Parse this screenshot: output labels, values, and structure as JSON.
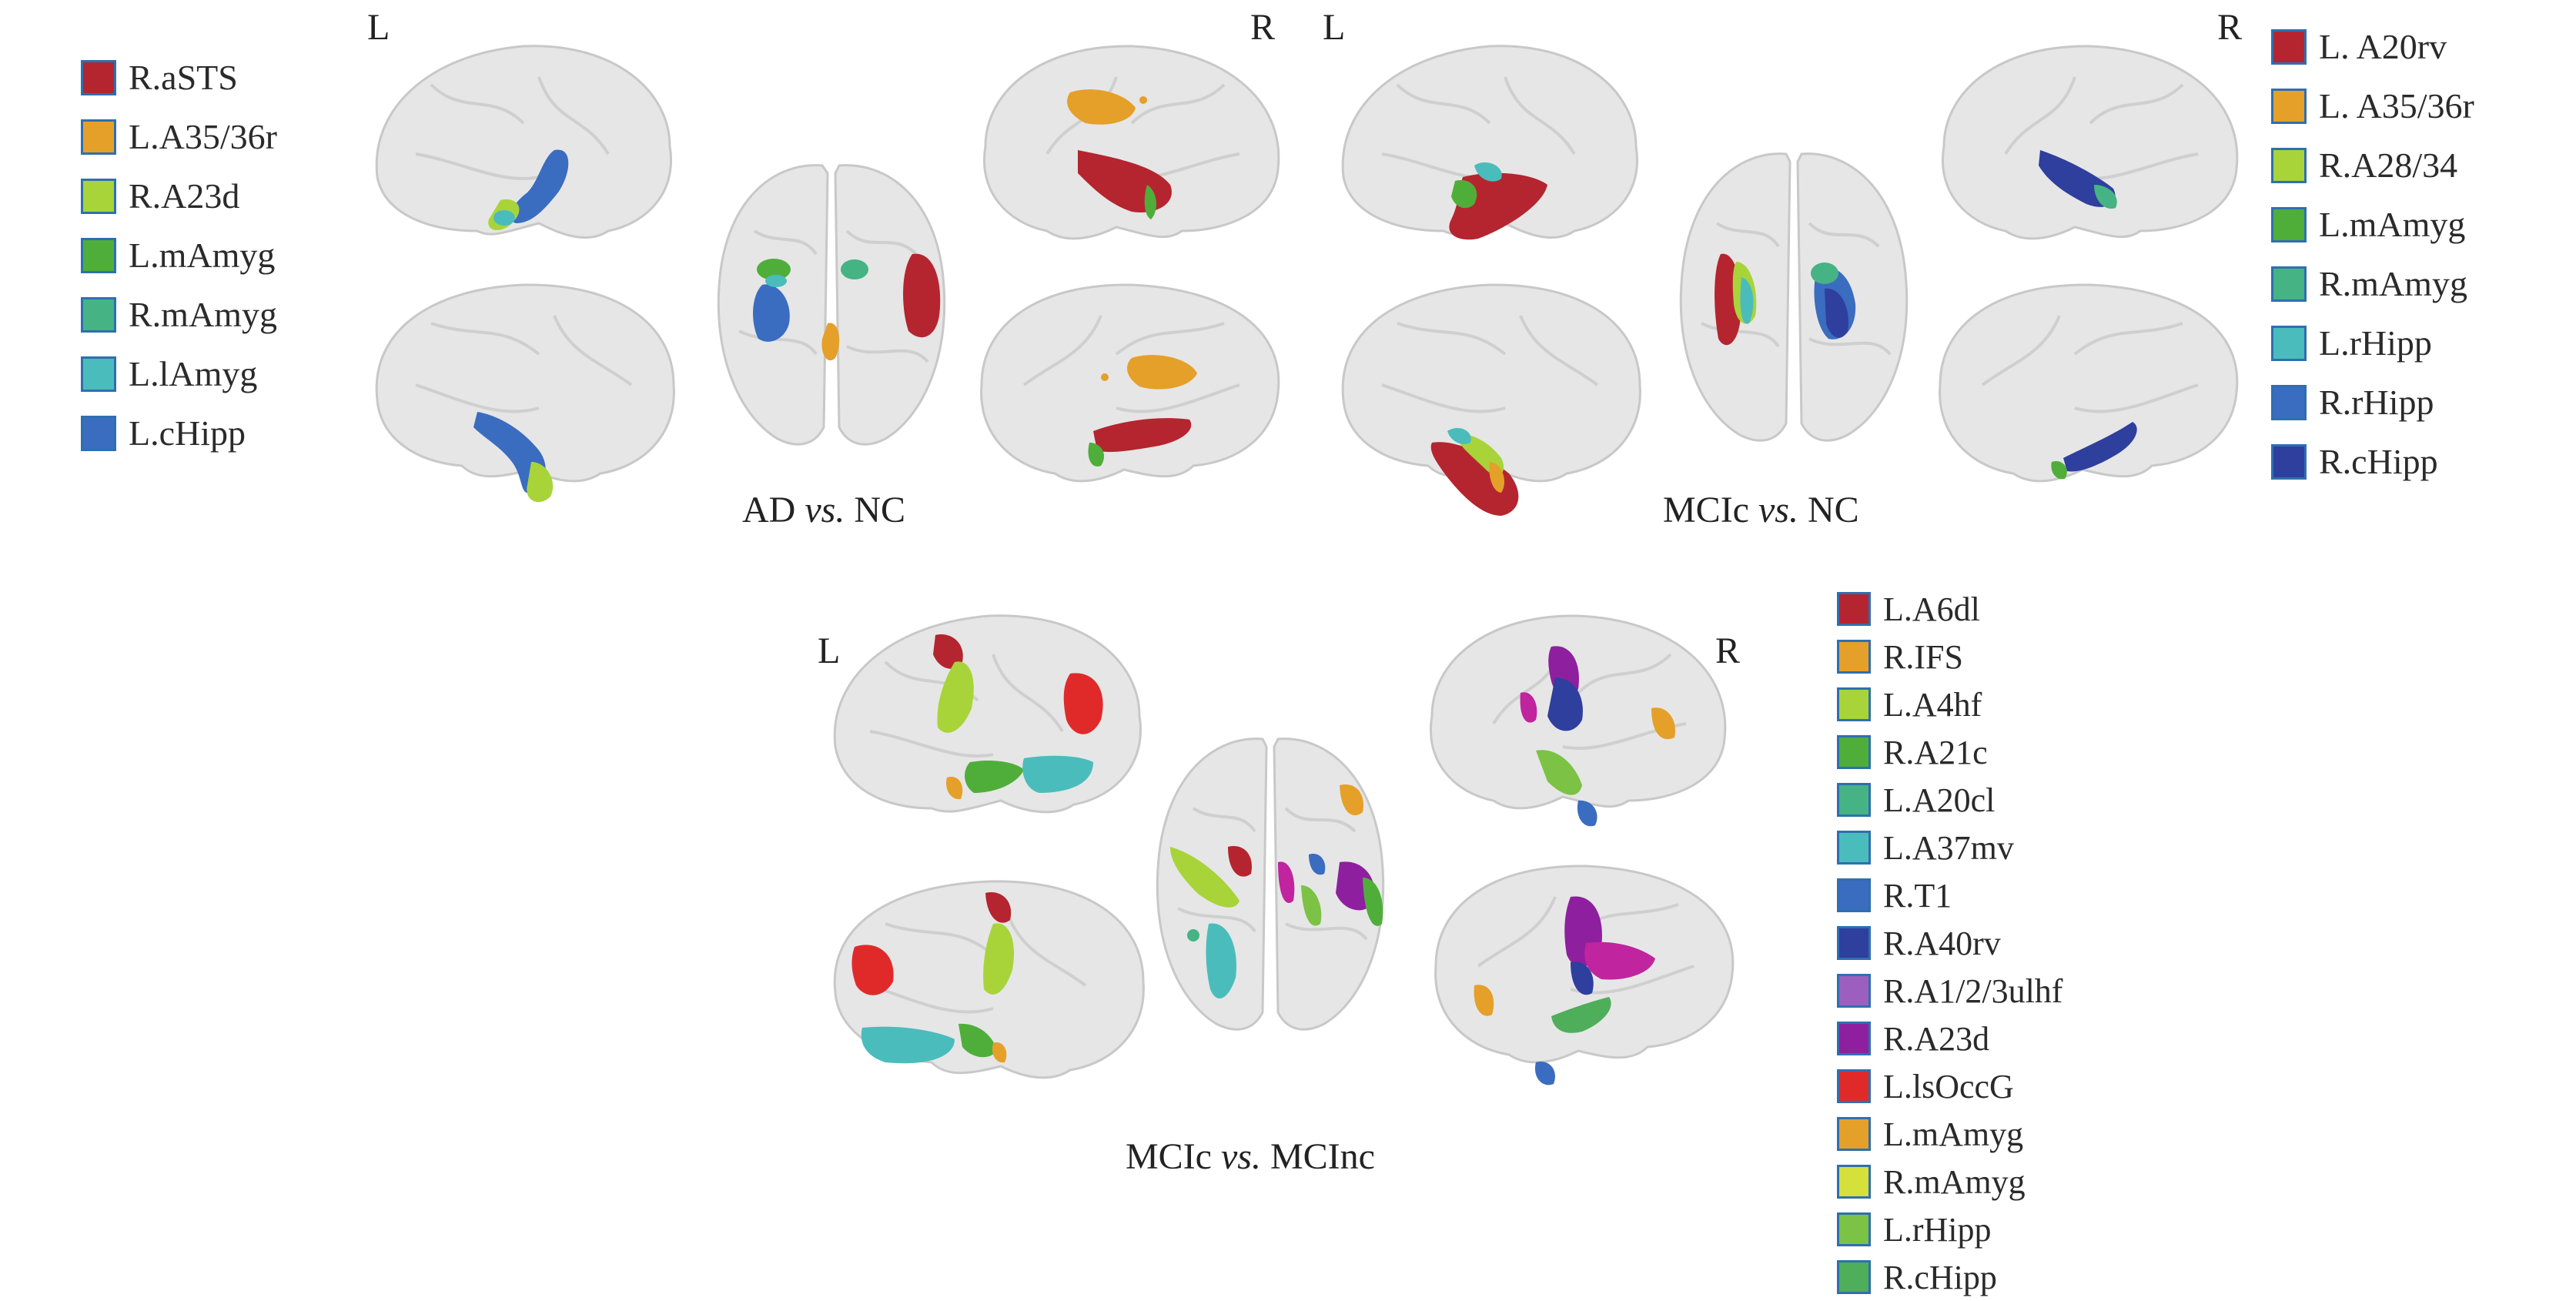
{
  "panels": {
    "ad_vs_nc": {
      "caption": {
        "pre": "AD ",
        "vs": "vs.",
        "post": " NC"
      },
      "left_marker": "L",
      "right_marker": "R",
      "legend": [
        {
          "label": "R.aSTS",
          "color": "#b5252f"
        },
        {
          "label": "L.A35/36r",
          "color": "#e5a02a"
        },
        {
          "label": "R.A23d",
          "color": "#a8d43a"
        },
        {
          "label": "L.mAmyg",
          "color": "#4fae3a"
        },
        {
          "label": "R.mAmyg",
          "color": "#45b384"
        },
        {
          "label": "L.lAmyg",
          "color": "#4bbcbc"
        },
        {
          "label": "L.cHipp",
          "color": "#3a6cc0"
        }
      ]
    },
    "mcic_vs_nc": {
      "caption": {
        "pre": "MCIc ",
        "vs": "vs.",
        "post": " NC"
      },
      "left_marker": "L",
      "right_marker": "R",
      "legend": [
        {
          "label": "L. A20rv",
          "color": "#b5252f"
        },
        {
          "label": "L. A35/36r",
          "color": "#e5a02a"
        },
        {
          "label": "R.A28/34",
          "color": "#a8d43a"
        },
        {
          "label": "L.mAmyg",
          "color": "#4fae3a"
        },
        {
          "label": "R.mAmyg",
          "color": "#45b384"
        },
        {
          "label": "L.rHipp",
          "color": "#4bbcbc"
        },
        {
          "label": "R.rHipp",
          "color": "#3a6cc0"
        },
        {
          "label": "R.cHipp",
          "color": "#2e3f9e"
        }
      ]
    },
    "mcic_vs_mcinc": {
      "caption": {
        "pre": "MCIc ",
        "vs": "vs.",
        "post": " MCInc"
      },
      "left_marker": "L",
      "right_marker": "R",
      "legend": [
        {
          "label": "L.A6dl",
          "color": "#b5252f"
        },
        {
          "label": "R.IFS",
          "color": "#e5a02a"
        },
        {
          "label": "L.A4hf",
          "color": "#a8d43a"
        },
        {
          "label": "R.A21c",
          "color": "#4fae3a"
        },
        {
          "label": "L.A20cl",
          "color": "#45b384"
        },
        {
          "label": "L.A37mv",
          "color": "#4bbcbc"
        },
        {
          "label": "R.T1",
          "color": "#3a6cc0"
        },
        {
          "label": "R.A40rv",
          "color": "#2e3f9e"
        },
        {
          "label": "R.A1/2/3ulhf",
          "color": "#9c5fc0"
        },
        {
          "label": "R.A23d",
          "color": "#8e1f9e"
        },
        {
          "label": "L.lsOccG",
          "color": "#e02a2a"
        },
        {
          "label": "L.mAmyg",
          "color": "#e5a02a"
        },
        {
          "label": "R.mAmyg",
          "color": "#d6e03a"
        },
        {
          "label": "L.rHipp",
          "color": "#7cc244"
        },
        {
          "label": "R.cHipp",
          "color": "#4fae5a"
        }
      ]
    }
  }
}
